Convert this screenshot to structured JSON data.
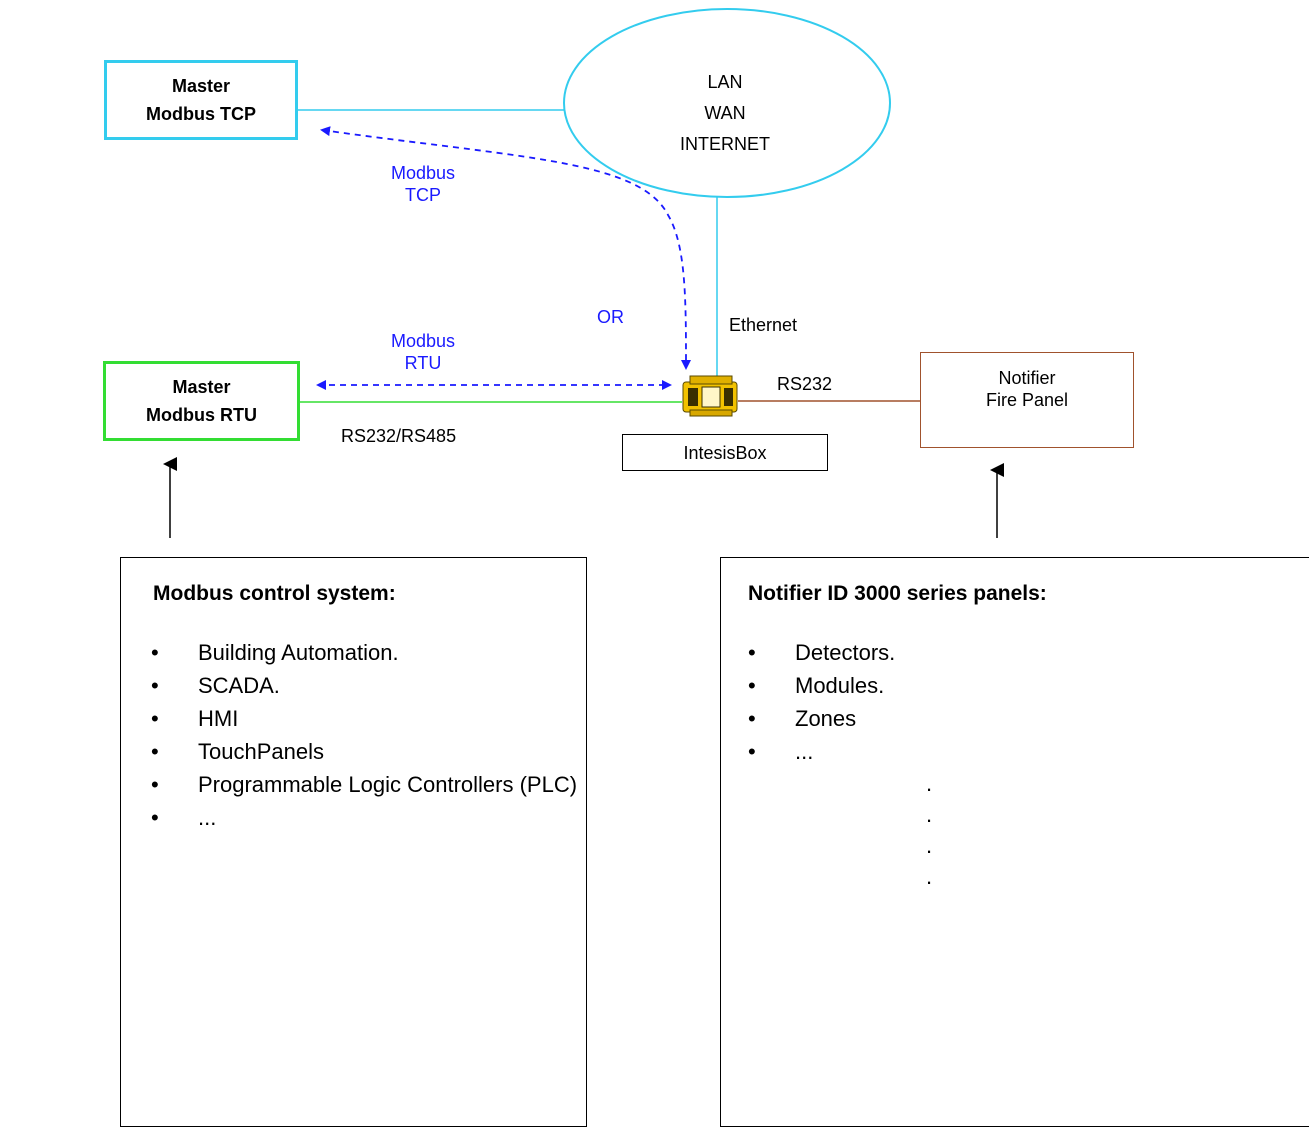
{
  "nodes": {
    "master_tcp": {
      "line1": "Master",
      "line2": "Modbus TCP"
    },
    "network": {
      "line1": "LAN",
      "line2": "WAN",
      "line3": "INTERNET"
    },
    "master_rtu": {
      "line1": "Master",
      "line2": "Modbus RTU"
    },
    "notifier": {
      "line1": "Notifier",
      "line2": "Fire Panel"
    },
    "intesisbox": {
      "label": "IntesisBox"
    }
  },
  "labels": {
    "modbus_tcp_1": "Modbus",
    "modbus_tcp_2": "TCP",
    "modbus_rtu_1": "Modbus",
    "modbus_rtu_2": "RTU",
    "or": "OR",
    "ethernet": "Ethernet",
    "rs232": "RS232",
    "rs232_rs485": "RS232/RS485"
  },
  "left_panel": {
    "title": "Modbus control system:",
    "items": [
      "Building Automation.",
      "SCADA.",
      "HMI",
      "TouchPanels",
      "Programmable Logic Controllers (PLC)",
      "..."
    ]
  },
  "right_panel": {
    "title": "Notifier ID 3000 series panels:",
    "items": [
      "Detectors.",
      "Modules.",
      "Zones",
      "..."
    ],
    "dots": [
      ".",
      ".",
      ".",
      "."
    ]
  },
  "bullet": "•",
  "colors": {
    "cyan": "#33ccee",
    "green": "#33dd33",
    "brown": "#a0522d",
    "blue_dashed": "#1a1aff",
    "device_yellow": "#f2c200"
  }
}
